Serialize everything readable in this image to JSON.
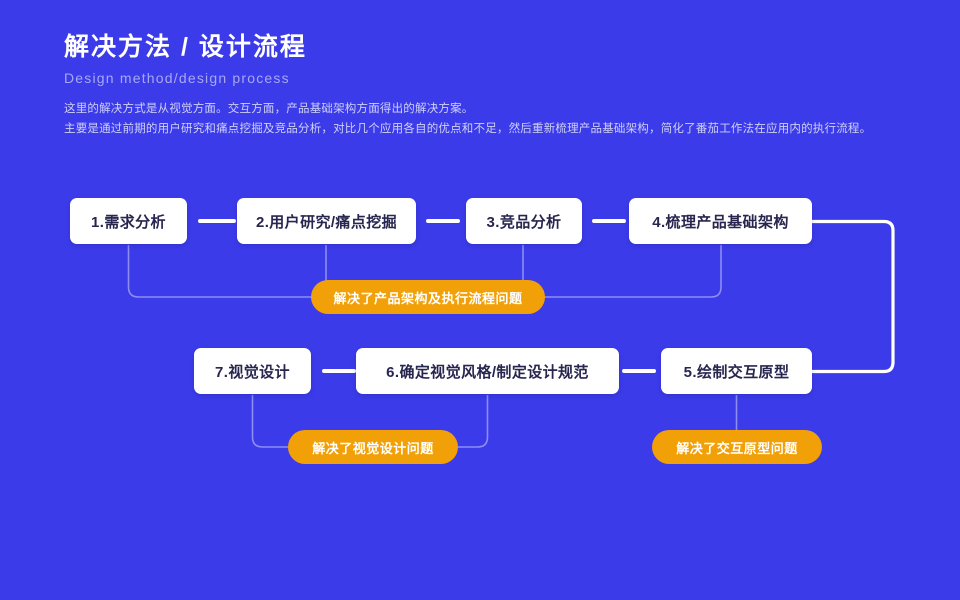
{
  "theme": {
    "background": "#3b3bea",
    "node_bg": "#ffffff",
    "node_text": "#27264f",
    "pill_bg": "#f2a007",
    "pill_text": "#ffffff",
    "title_color": "#ffffff",
    "subtitle_color": "#a7a8f2",
    "desc_color": "#cfd0f8",
    "wire_color": "#ffffff",
    "wire_faint_color": "rgba(255,255,255,0.45)"
  },
  "header": {
    "title": "解决方法 / 设计流程",
    "subtitle": "Design method/design process",
    "desc_line1": "这里的解决方式是从视觉方面。交互方面，产品基础架构方面得出的解决方案。",
    "desc_line2": "主要是通过前期的用户研究和痛点挖掘及竞品分析，对比几个应用各自的优点和不足，然后重新梳理产品基础架构，简化了番茄工作法在应用内的执行流程。"
  },
  "flow": {
    "nodes": [
      {
        "id": "step-1",
        "label": "1.需求分析"
      },
      {
        "id": "step-2",
        "label": "2.用户研究/痛点挖掘"
      },
      {
        "id": "step-3",
        "label": "3.竞品分析"
      },
      {
        "id": "step-4",
        "label": "4.梳理产品基础架构"
      },
      {
        "id": "step-7",
        "label": "7.视觉设计"
      },
      {
        "id": "step-6",
        "label": "6.确定视觉风格/制定设计规范"
      },
      {
        "id": "step-5",
        "label": "5.绘制交互原型"
      }
    ],
    "outcomes": [
      {
        "id": "outcome-architecture",
        "label": "解决了产品架构及执行流程问题"
      },
      {
        "id": "outcome-visual",
        "label": "解决了视觉设计问题"
      },
      {
        "id": "outcome-prototype",
        "label": "解决了交互原型问题"
      }
    ]
  }
}
